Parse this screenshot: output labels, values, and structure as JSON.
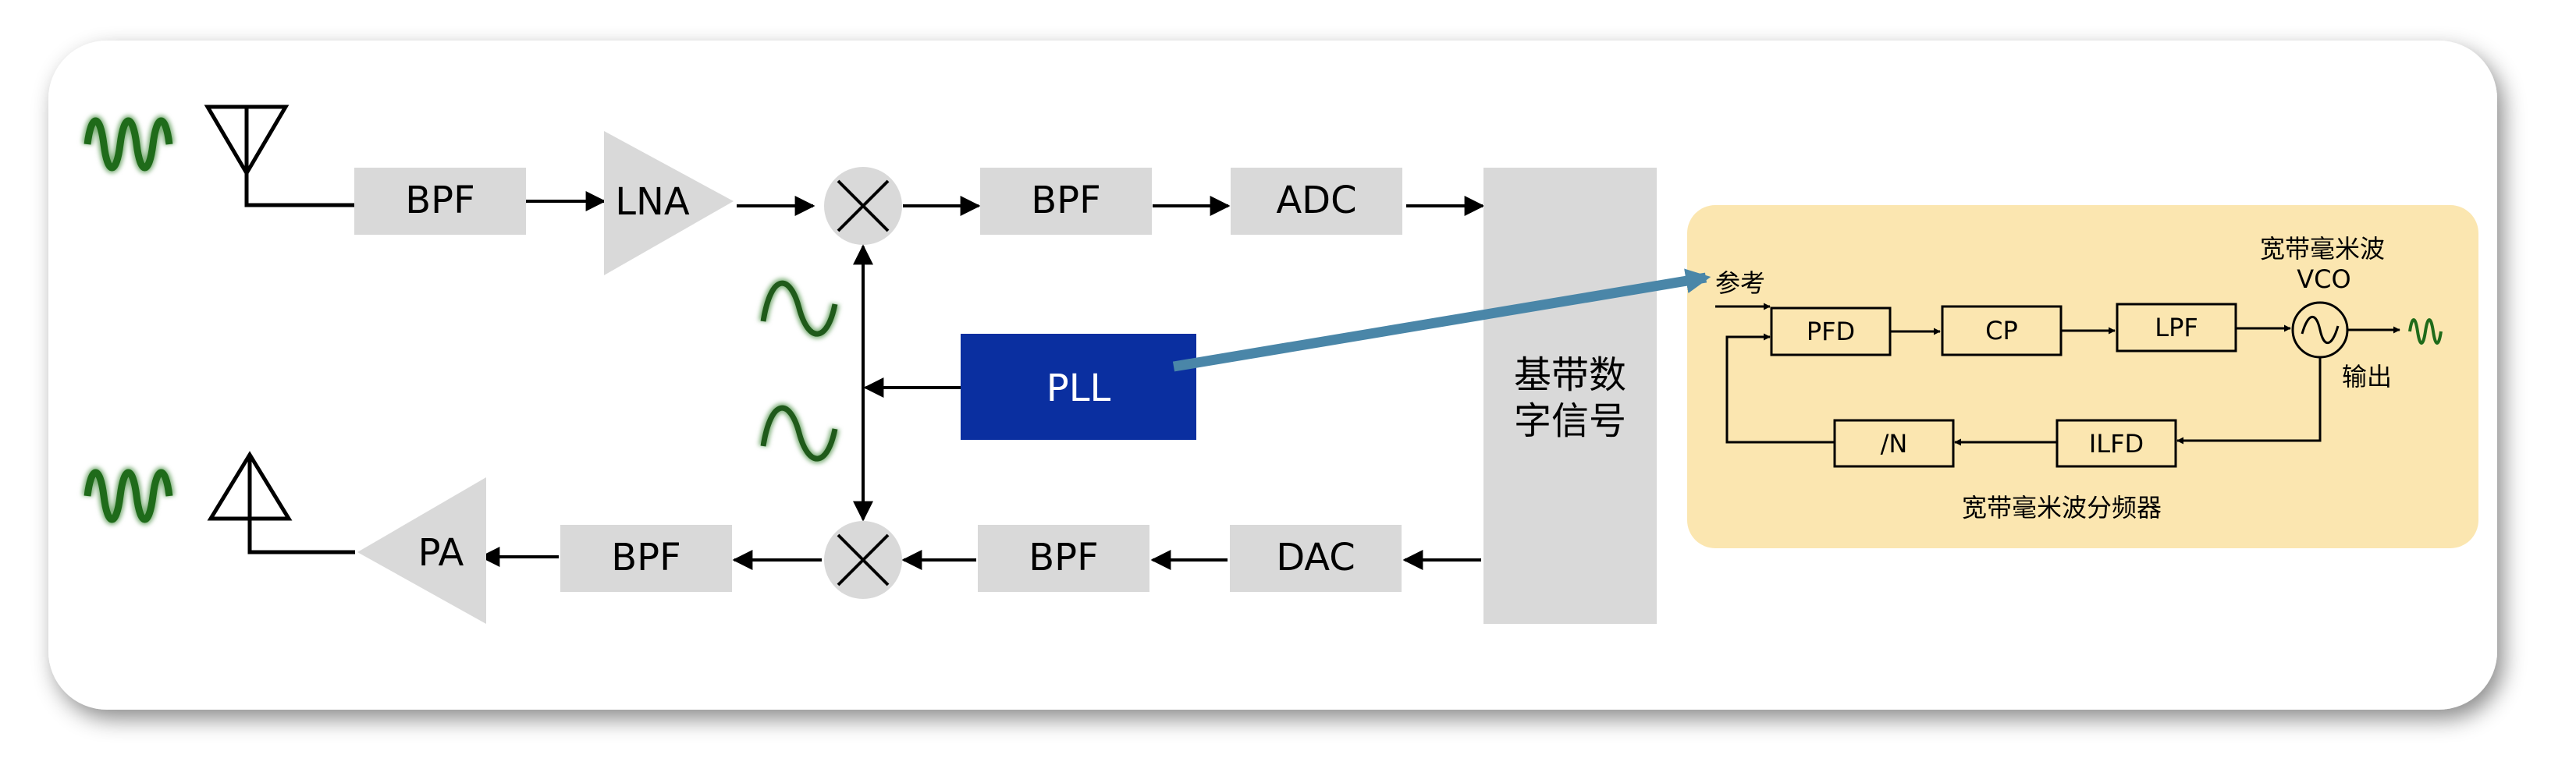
{
  "rf_chain": {
    "rx_bpf_1": "BPF",
    "lna": "LNA",
    "rx_bpf_2": "BPF",
    "adc": "ADC",
    "pll": "PLL",
    "pa": "PA",
    "tx_bpf_1": "BPF",
    "tx_bpf_2": "BPF",
    "dac": "DAC",
    "baseband_line1": "基带数",
    "baseband_line2": "字信号"
  },
  "pll_detail": {
    "reference": "参考",
    "pfd": "PFD",
    "cp": "CP",
    "lpf": "LPF",
    "vco_line1": "宽带毫米波",
    "vco_line2": "VCO",
    "output": "输出",
    "divider": "/N",
    "ilfd": "ILFD",
    "divider_caption": "宽带毫米波分频器"
  },
  "colors": {
    "block_fill": "#d9d9d9",
    "pll_fill": "#0a2fa0",
    "panel_fill": "#fbe6b0",
    "signal_green": "#1f6b1a",
    "link_arrow": "#4a86a8"
  }
}
